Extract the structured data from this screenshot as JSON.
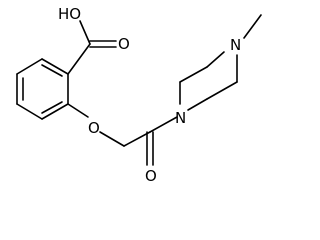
{
  "labels": {
    "hydroxyl": "HO",
    "carbonyl_oxygen_acid": "O",
    "ether_oxygen": "O",
    "amide_nitrogen": "N",
    "methyl_nitrogen": "N",
    "amide_oxygen": "O"
  }
}
